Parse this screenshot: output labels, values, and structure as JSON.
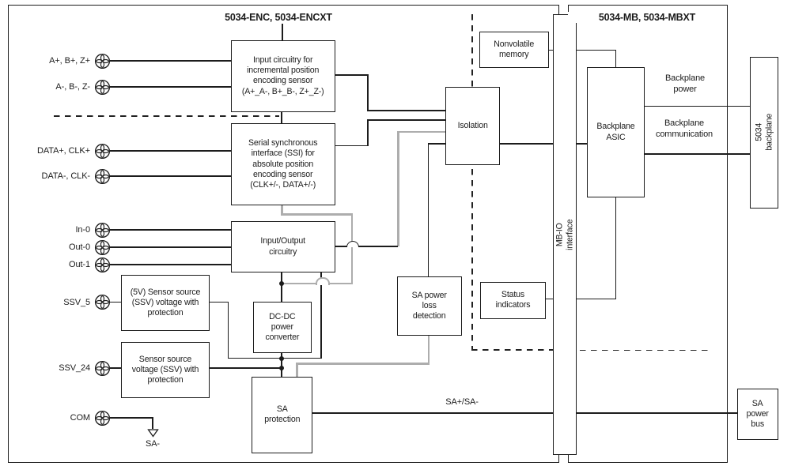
{
  "titles": {
    "enc": "5034-ENC, 5034-ENCXT",
    "mb": "5034-MB, 5034-MBXT"
  },
  "terminals": [
    {
      "label": "A+, B+, Z+"
    },
    {
      "label": "A-, B-, Z-"
    },
    {
      "label": "DATA+, CLK+"
    },
    {
      "label": "DATA-, CLK-"
    },
    {
      "label": "In-0"
    },
    {
      "label": "Out-0"
    },
    {
      "label": "Out-1"
    },
    {
      "label": "SSV_5"
    },
    {
      "label": "SSV_24"
    },
    {
      "label": "COM"
    }
  ],
  "boxes": {
    "input_circuitry": "Input circuitry for\nincremental position\nencoding sensor\n(A+_A-, B+_B-, Z+_Z-)",
    "ssi": "Serial synchronous\ninterface (SSI) for\nabsolute position\nencoding sensor\n(CLK+/-, DATA+/-)",
    "io": "Input/Output\ncircuitry",
    "ssv5": "(5V) Sensor source\n(SSV) voltage with\nprotection",
    "ssv24": "Sensor source\nvoltage (SSV) with\nprotection",
    "dcdc": "DC-DC\npower\nconverter",
    "sa_protection": "SA\nprotection",
    "isolation": "Isolation",
    "sa_power_loss": "SA power\nloss\ndetection",
    "nonvolatile_memory": "Nonvolatile\nmemory",
    "status_indicators": "Status\nindicators",
    "mb_io_interface": "MB-IO interface",
    "backplane_asic": "Backplane\nASIC",
    "backplane_5034": "5034 backplane",
    "sa_power_bus": "SA\npower\nbus"
  },
  "labels": {
    "backplane_power": "Backplane\npower",
    "backplane_communication": "Backplane\ncommunication",
    "sa_line": "SA+/SA-",
    "sa_minus": "SA-"
  },
  "icons": {
    "terminal": "screw-terminal-icon",
    "sa_ground": "down-arrow-icon"
  },
  "colors": {
    "line": "#1c1c1c",
    "gray_wire": "#adadad"
  }
}
